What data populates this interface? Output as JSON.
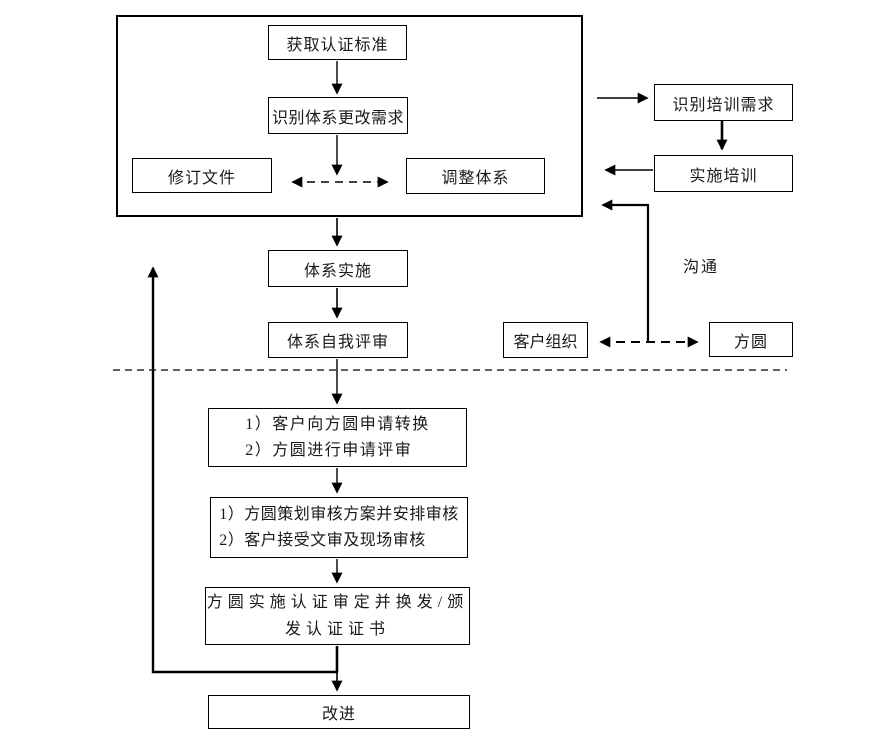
{
  "labels": {
    "obtain_standard": "获取认证标准",
    "identify_change_need": "识别体系更改需求",
    "revise_documents": "修订文件",
    "adjust_system": "调整体系",
    "identify_training_need": "识别培训需求",
    "implement_training": "实施培训",
    "communication": "沟通",
    "customer_org": "客户组织",
    "fangyuan": "方圆",
    "system_implementation": "体系实施",
    "system_self_review": "体系自我评审",
    "apply_step_line1": "1）客户向方圆申请转换",
    "apply_step_line2": "2）方圆进行申请评审",
    "audit_step_line1": "1）方圆策划审核方案并安排审核",
    "audit_step_line2": "2）客户接受文审及现场审核",
    "certify_step_line1": "方圆实施认证审定并换发/颁",
    "certify_step_line2": "发认证证书",
    "improve": "改进"
  },
  "colors": {
    "line": "#000000",
    "text": "#1a1a1a",
    "background": "#ffffff"
  }
}
